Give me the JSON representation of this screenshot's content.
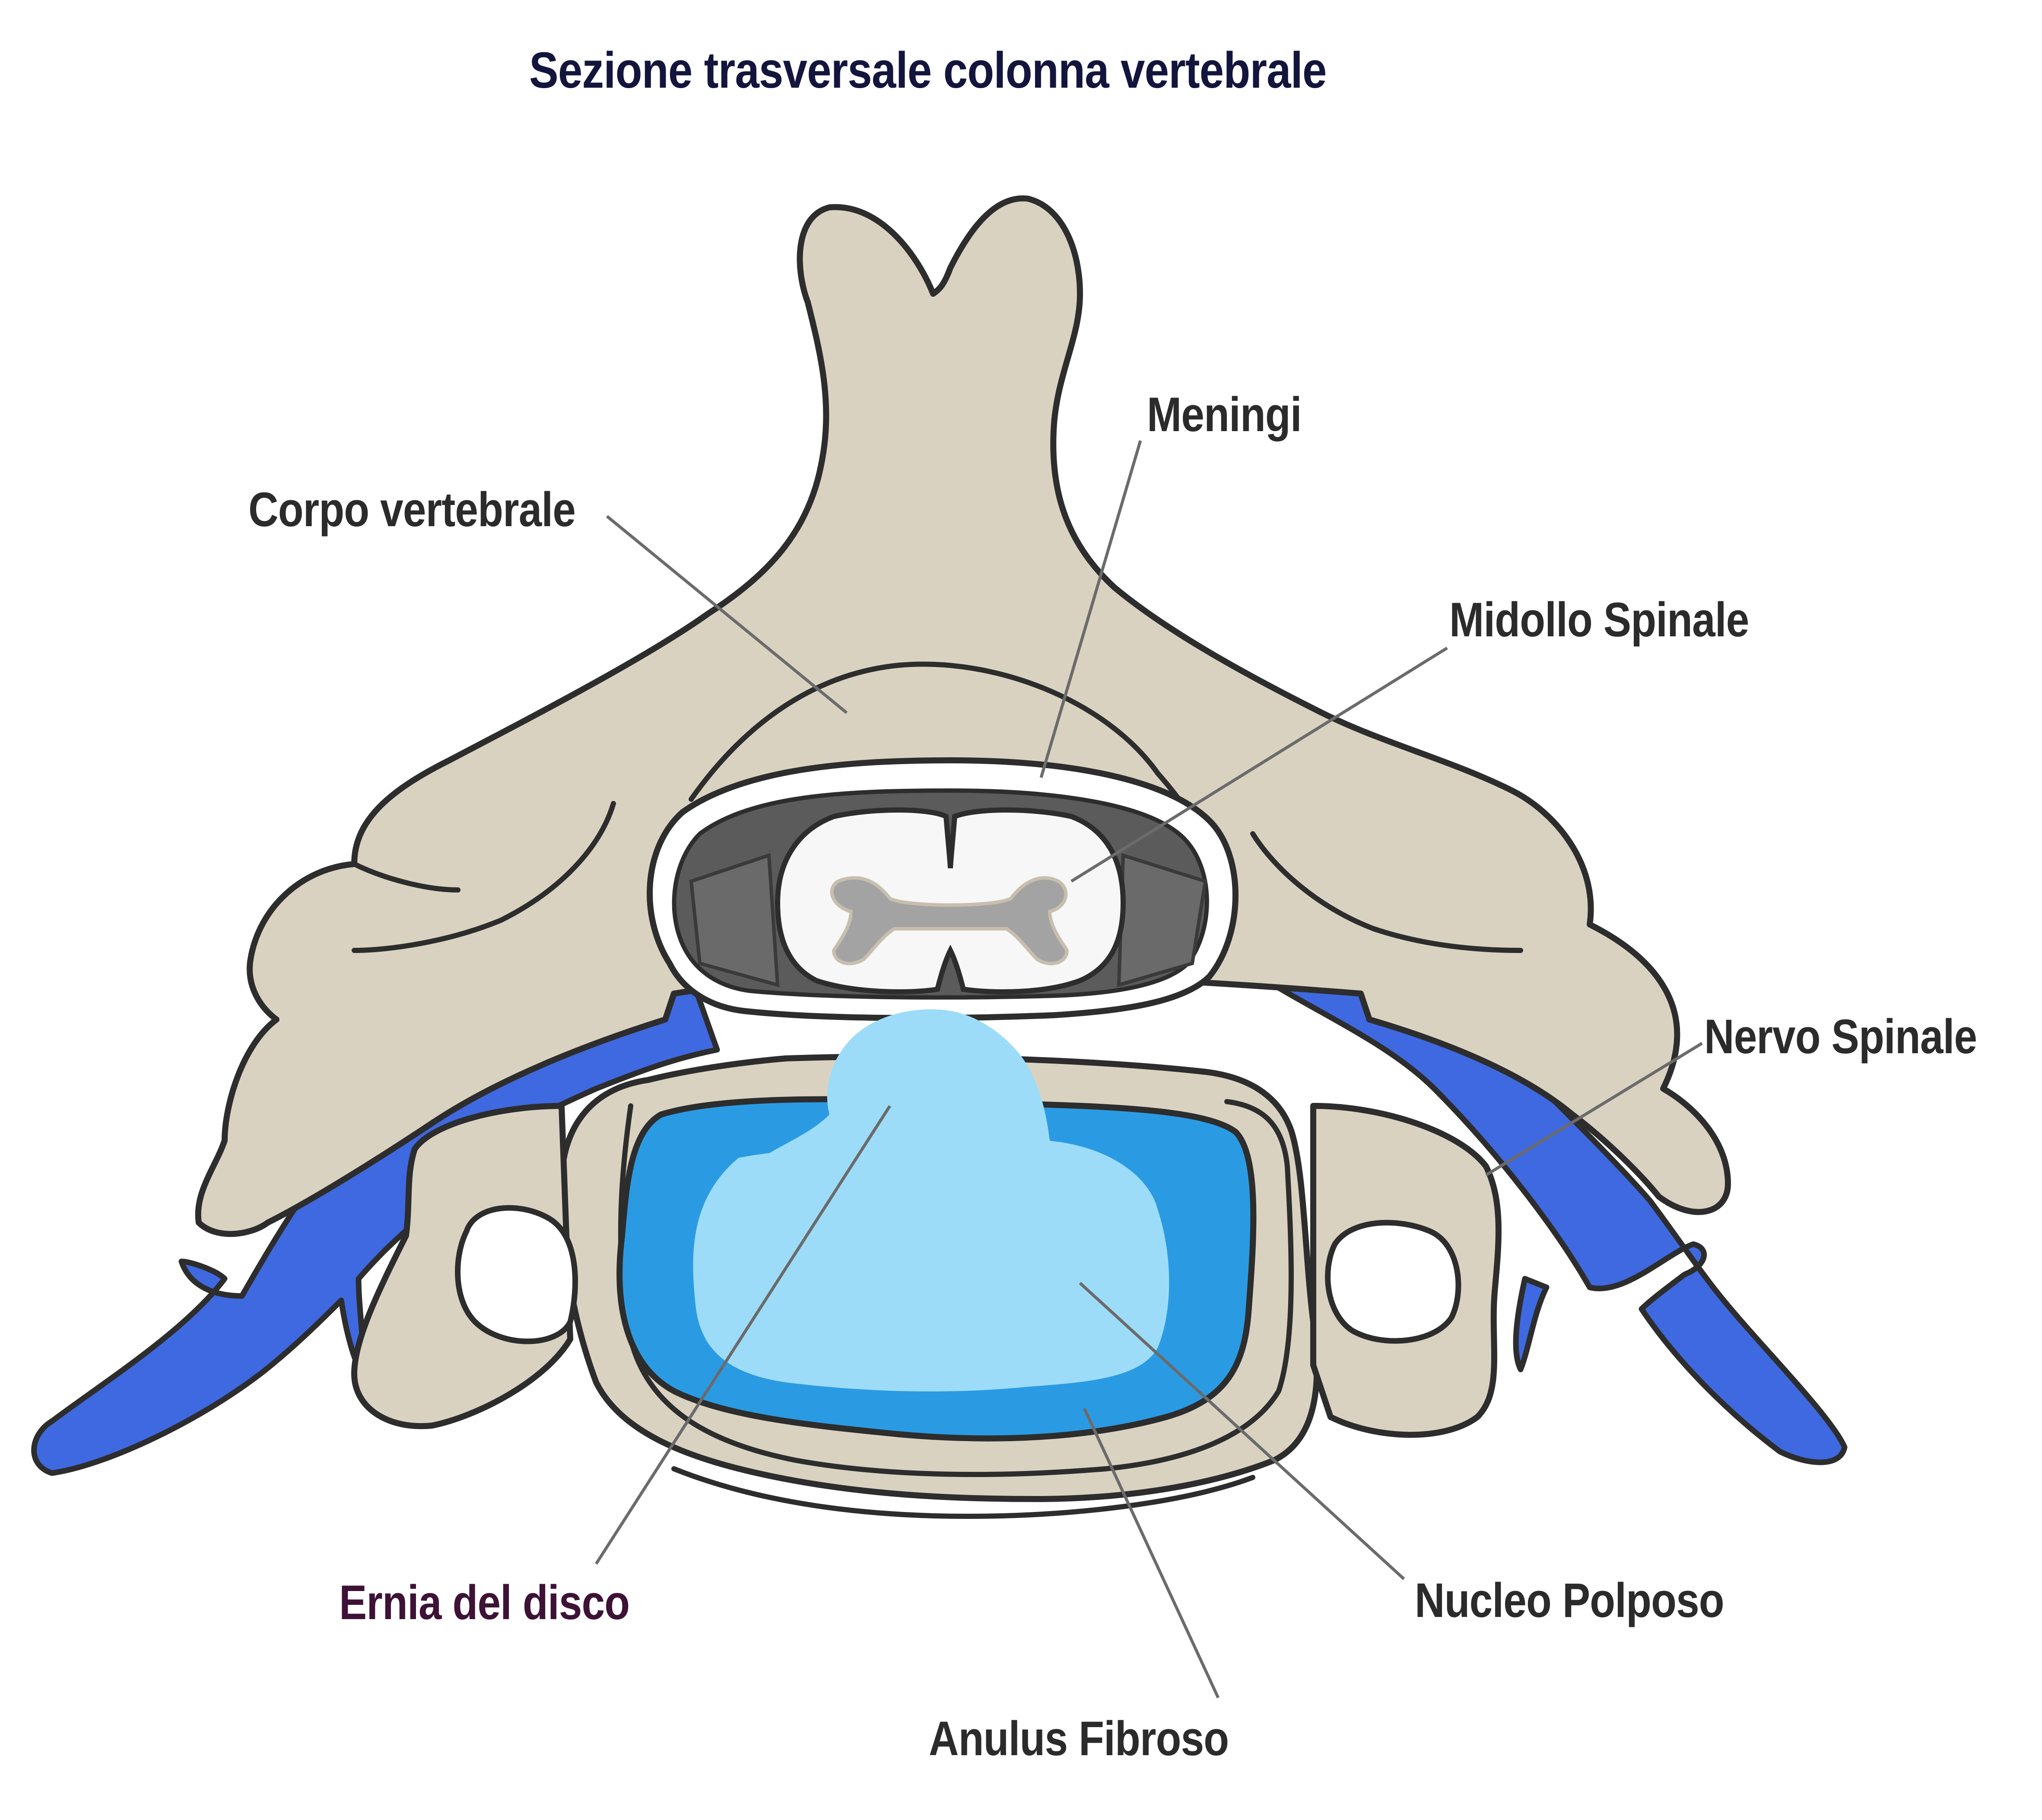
{
  "title": "Sezione trasversale colonna vertebrale",
  "labels": {
    "corpo_vertebrale": "Corpo vertebrale",
    "meningi": "Meningi",
    "midollo_spinale": "Midollo Spinale",
    "nervo_spinale": "Nervo Spinale",
    "ernia_del_disco": "Ernia del disco",
    "nucleo_polposo": "Nucleo Polposo",
    "anulus_fibroso": "Anulus Fibroso"
  },
  "colors": {
    "title": "#13153d",
    "label": "#2b2b2b",
    "label_highlight": "#3d1236",
    "bone": "#dad2c1",
    "outline": "#2d2d2d",
    "nerve": "#3f69e0",
    "anulus": "#2a9be3",
    "nucleus": "#9ddcf8",
    "cord_white": "#f7f7f7",
    "cord_grey": "#a3a3a3",
    "meninges_dark": "#5b5b5b",
    "leader_line": "#6b6b6b"
  },
  "icons": [
    "vertebra-illustration"
  ]
}
